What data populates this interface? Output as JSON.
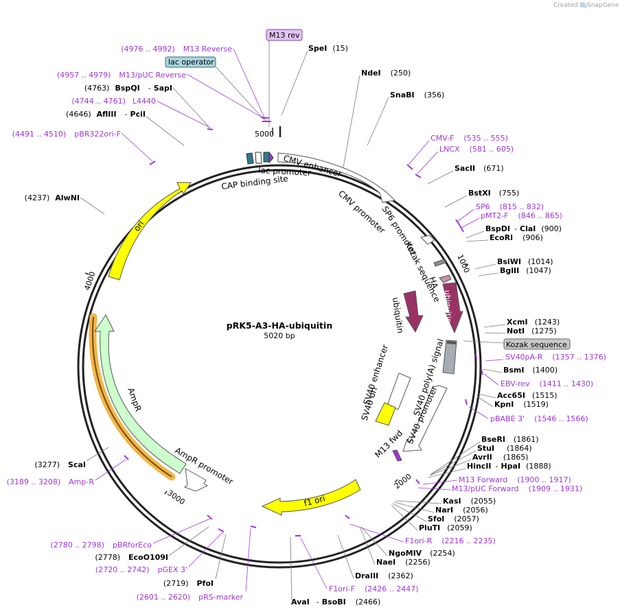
{
  "app": {
    "creator_text": "Created by",
    "brand": "SnapGene"
  },
  "plasmid": {
    "name": "pRK5-A3-HA-ubiquitin",
    "length_label": "5020 bp"
  },
  "ticks": [
    "1000",
    "2000",
    "3000",
    "4000",
    "5000"
  ],
  "sites": {
    "SpeI": {
      "name": "SpeI",
      "pos": "(15)"
    },
    "NdeI": {
      "name": "NdeI",
      "pos": "(250)"
    },
    "SnaBI": {
      "name": "SnaBI",
      "pos": "(356)"
    },
    "SacII": {
      "name": "SacII",
      "pos": "(671)"
    },
    "BstXI": {
      "name": "BstXI",
      "pos": "(755)"
    },
    "BspDI": {
      "name": "BspDI",
      "sep": "-",
      "name2": "ClaI",
      "pos": "(900)"
    },
    "EcoRI": {
      "name": "EcoRI",
      "pos": "(906)"
    },
    "BsiWI": {
      "name": "BsiWI",
      "pos": "(1014)"
    },
    "BglII": {
      "name": "BglII",
      "pos": "(1047)"
    },
    "XcmI": {
      "name": "XcmI",
      "pos": "(1243)"
    },
    "NotI": {
      "name": "NotI",
      "pos": "(1275)"
    },
    "BsmI": {
      "name": "BsmI",
      "pos": "(1400)"
    },
    "Acc65I": {
      "name": "Acc65I",
      "pos": "(1515)"
    },
    "KpnI": {
      "name": "KpnI",
      "pos": "(1519)"
    },
    "BseRI": {
      "name": "BseRI",
      "pos": "(1861)"
    },
    "StuI": {
      "name": "StuI",
      "pos": "(1864)"
    },
    "AvrII": {
      "name": "AvrII",
      "pos": "(1865)"
    },
    "HincII": {
      "name": "HincII",
      "sep": "-",
      "name2": "HpaI",
      "pos": "(1888)"
    },
    "KasI": {
      "name": "KasI",
      "pos": "(2055)"
    },
    "NarI": {
      "name": "NarI",
      "pos": "(2056)"
    },
    "SfoI": {
      "name": "SfoI",
      "pos": "(2057)"
    },
    "PluTI": {
      "name": "PluTI",
      "pos": "(2059)"
    },
    "NgoMIV": {
      "name": "NgoMIV",
      "pos": "(2254)"
    },
    "NaeI": {
      "name": "NaeI",
      "pos": "(2256)"
    },
    "DraIII": {
      "name": "DraIII",
      "pos": "(2362)"
    },
    "AvaI": {
      "name": "AvaI",
      "sep": "-",
      "name2": "BsoBI",
      "pos": "(2466)"
    },
    "PfoI": {
      "name": "PfoI",
      "pos": "(2719)"
    },
    "EcoO109I": {
      "name": "EcoO109I",
      "pos": "(2778)"
    },
    "ScaI": {
      "name": "ScaI",
      "pos": "(3277)"
    },
    "AlwNI": {
      "name": "AlwNI",
      "pos": "(4237)"
    },
    "AflIII": {
      "name": "AflIII",
      "sep": "-",
      "name2": "PciI",
      "pos": "(4646)"
    },
    "BspQI": {
      "name": "BspQI",
      "sep": "-",
      "name2": "SapI",
      "pos": "(4763)"
    }
  },
  "primers": {
    "CMVF": {
      "name": "CMV-F",
      "range": "(535 .. 555)"
    },
    "LNCX": {
      "name": "LNCX",
      "range": "(581 .. 605)"
    },
    "SP6": {
      "name": "SP6",
      "range": "(815 .. 832)"
    },
    "pMT2F": {
      "name": "pMT2-F",
      "range": "(846 .. 865)"
    },
    "SV40pAR": {
      "name": "SV40pA-R",
      "range": "(1357 .. 1376)"
    },
    "EBVrev": {
      "name": "EBV-rev",
      "range": "(1411 .. 1430)"
    },
    "pBABE3": {
      "name": "pBABE 3'",
      "range": "(1546 .. 1566)"
    },
    "M13Fwd": {
      "name": "M13 Forward",
      "range": "(1900 .. 1917)"
    },
    "M13pUCFwd": {
      "name": "M13/pUC Forward",
      "range": "(1909 .. 1931)"
    },
    "F1oriR": {
      "name": "F1ori-R",
      "range": "(2216 .. 2235)"
    },
    "F1oriF": {
      "name": "F1ori-F",
      "range": "(2426 .. 2447)"
    },
    "pRSmarker": {
      "name": "pRS-marker",
      "range": "(2601 .. 2620)"
    },
    "pGEX3": {
      "name": "pGEX 3'",
      "range": "(2720 .. 2742)"
    },
    "pBRforEco": {
      "name": "pBRforEco",
      "range": "(2780 .. 2798)"
    },
    "AmpR": {
      "name": "Amp-R",
      "range": "(3189 .. 3208)"
    },
    "pBR322oriF": {
      "name": "pBR322ori-F",
      "range": "(4491 .. 4510)"
    },
    "L4440": {
      "name": "L4440",
      "range": "(4744 .. 4761)"
    },
    "M13pUCRev": {
      "name": "M13/pUC Reverse",
      "range": "(4957 .. 4979)"
    },
    "M13Reverse": {
      "name": "M13 Reverse",
      "range": "(4976 .. 4992)"
    }
  },
  "boxes": {
    "m13rev": "M13 rev",
    "lacop": "lac operator",
    "kozak": "Kozak sequence"
  },
  "features": {
    "cmv_enhancer": "CMV enhancer",
    "cmv_promoter": "CMV promoter",
    "sp6_promoter": "SP6 promoter",
    "kozak_sequence": "Kozak sequence",
    "ha": "HA",
    "ubiquitin_in": "ubiquitin",
    "ubiquitin_out": "ubiquitin",
    "sv40_polya": "SV40 poly(A) signal",
    "sv40_enhancer": "SV40 enhancer",
    "sv40_ori": "SV40 ori",
    "sv40_promoter": "SV40 promoter",
    "m13_fwd": "M13 fwd",
    "f1_ori": "f1 ori",
    "ampr_promoter": "AmpR promoter",
    "ampr": "AmpR",
    "ori": "ori",
    "lac_promoter": "lac promoter",
    "cap_site": "CAP binding site"
  },
  "colors": {
    "primer": "#a035d8",
    "ori": "#ffff00",
    "ampr": "#ccffcc",
    "ubiquitin": "#993366",
    "sv40pa": "#a6acb3",
    "lacop_box": "#a8d4e0",
    "m13rev_box": "#e2c2f7",
    "kozak_box": "#c8c8c8"
  }
}
